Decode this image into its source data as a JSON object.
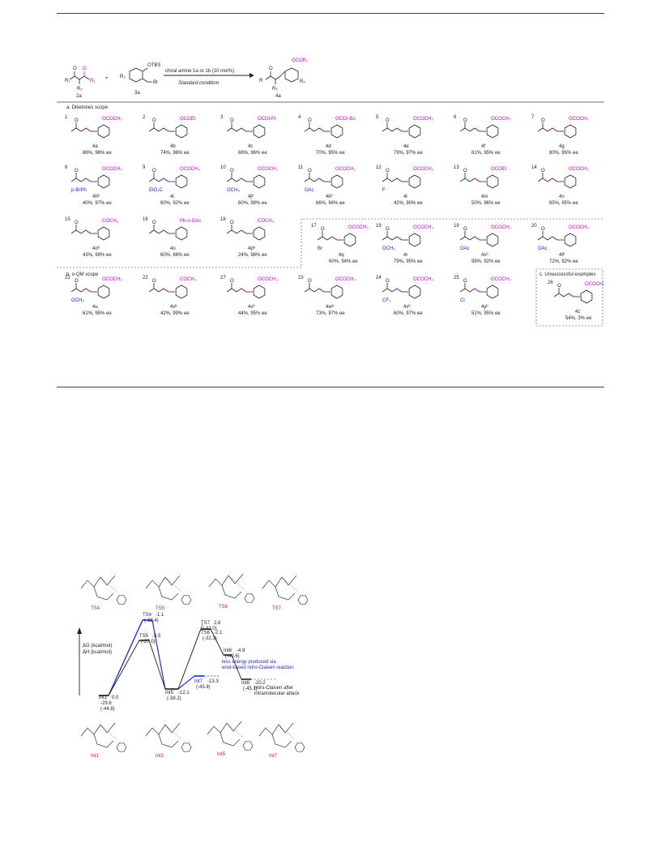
{
  "scheme": {
    "reagent_labels": {
      "r1": "R₁",
      "r2": "R₂",
      "r3": "R₃",
      "r4": "R₄",
      "r5": "R₅",
      "otbs": "OTBS",
      "br": "Br",
      "cond_above": "chiral amine 1a or 1b (10 mol%)",
      "cond_below": "Standard condition",
      "cmpd_a": "2a",
      "cmpd_b": "3a",
      "cmpd_c": "4a",
      "product_sub": "OCOR₂"
    },
    "section_a": "a. Diketones scope",
    "section_b": "b. o-QM scope",
    "section_c": "c. Unsuccessful examples",
    "entries": [
      {
        "n": "1",
        "sub": "OCOCH₃",
        "id": "4a",
        "res": "86%, 96% ee"
      },
      {
        "n": "2",
        "sub": "OCOEt",
        "id": "4b",
        "res": "74%, 96% ee"
      },
      {
        "n": "3",
        "sub": "OCOi-Pr",
        "id": "4c",
        "res": "66%, 96% ee"
      },
      {
        "n": "4",
        "sub": "OCOt-Bu",
        "id": "4d",
        "res": "70%, 95% ee"
      },
      {
        "n": "5",
        "sub": "OCOCH₃",
        "id": "4e",
        "res": "79%, 97% ee"
      },
      {
        "n": "6",
        "sub": "OCOCH₃",
        "id": "4f",
        "res": "61%, 95% ee"
      },
      {
        "n": "7",
        "sub": "OCOCH₃",
        "id": "4g",
        "res": "80%, 95% ee"
      },
      {
        "n": "8",
        "sub": "OCOCH₃",
        "id": "4hᵇ",
        "res": "40%, 97% ee",
        "extra": "p-BrPh"
      },
      {
        "n": "9",
        "sub": "OCOCH₃",
        "id": "4i",
        "res": "60%, 92% ee",
        "extra": "EtO₂C"
      },
      {
        "n": "10",
        "sub": "OCOCH₃",
        "id": "4jᵇ",
        "res": "60%, 98% ee",
        "extra": "OCH₃"
      },
      {
        "n": "11",
        "sub": "OCOCH₃",
        "id": "4kᵇ",
        "res": "66%, 94% ee",
        "extra": "OAc"
      },
      {
        "n": "12",
        "sub": "OCOCH₃",
        "id": "4l",
        "res": "42%, 90% ee",
        "extra": "F"
      },
      {
        "n": "13",
        "sub": "OCOEt",
        "id": "4m",
        "res": "50%, 96% ee"
      },
      {
        "n": "14",
        "sub": "OCOCH₃",
        "id": "4n",
        "res": "65%, 95% ee"
      },
      {
        "n": "15",
        "sub": "COCH₃",
        "id": "4oᵇ",
        "res": "43%, 99% ee"
      },
      {
        "n": "16",
        "sub": "Ph-o-OAc",
        "id": "4o",
        "res": "60%, 86% ee"
      },
      {
        "n": "17",
        "sub": "OCOCH₃",
        "id": "4q",
        "res": "60%, 94% ee",
        "extra": "Br"
      },
      {
        "n": "18",
        "sub": "COCH₃",
        "id": "4pᵇ",
        "res": "24%, 98% ee"
      },
      {
        "n": "19",
        "sub": "OCOCH₃",
        "id": "4r",
        "res": "79%, 95% ee",
        "extra": "OCH₃"
      },
      {
        "n": "19",
        "sub": "OCOCH₃",
        "id": "4sᵇ",
        "res": "99%, 92% ee",
        "extra": "OAc"
      },
      {
        "n": "20",
        "sub": "OCOCH₃",
        "id": "4tᵇ",
        "res": "72%, 92% ee",
        "extra": "OAc"
      },
      {
        "n": "21",
        "sub": "OCOCH₃",
        "id": "4u",
        "res": "61%, 95% ee",
        "extra": "OCH₃"
      },
      {
        "n": "22",
        "sub": "COCH₃",
        "id": "4vᵇ",
        "res": "42%, 99% ee"
      },
      {
        "n": "27",
        "sub": "OCOCH₃",
        "id": "4vᵇ",
        "res": "44%, 95% ee"
      },
      {
        "n": "23",
        "sub": "OCOCH₃",
        "id": "4wᵇ",
        "res": "73%, 97% ee"
      },
      {
        "n": "24",
        "sub": "OCOCH₃",
        "id": "4xᵇ",
        "res": "60%, 97% ee",
        "extra": "CF₃"
      },
      {
        "n": "25",
        "sub": "OCOCH₃",
        "id": "4yᵇ",
        "res": "51%, 95% ee",
        "extra": "Cl"
      },
      {
        "n": "26",
        "sub": "OCOCH₃",
        "id": "4z",
        "res": "54%, 3% ee"
      }
    ]
  },
  "energy": {
    "axis_label_1": "ΔG (kcal/mol)",
    "axis_label_2": "ΔH (kcal/mol)",
    "ts_labels": [
      "TS4",
      "TS5",
      "TS6",
      "TS7"
    ],
    "int_labels": [
      "Int1",
      "Int3",
      "Int5",
      "Int7"
    ],
    "levels": [
      {
        "tag": "Int1",
        "g": "0.0",
        "h": "-29.6\n(-44.8)"
      },
      {
        "tag": "TS4",
        "g": "-1.1",
        "h": "(-32.4)"
      },
      {
        "tag": "TS5",
        "g": "-5.5",
        "h": "(-27.0)"
      },
      {
        "tag": "Int5",
        "g": "-12.1",
        "h": "(-38.2)"
      },
      {
        "tag": "TS7",
        "g": "2.8",
        "h": "(-32.0)"
      },
      {
        "tag": "TS6",
        "g": "-2.1",
        "h": "(-32.3)"
      },
      {
        "tag": "Int6",
        "g": "-4.9",
        "h": "(-40.6)"
      },
      {
        "tag": "Int7",
        "g": "-13.3",
        "h": "(-43.8)"
      },
      {
        "tag": "Int8",
        "g": "-20.2",
        "h": "(-45.1)"
      }
    ],
    "note_blue_1": "less energy produced via",
    "note_blue_2": "enol-based retro-Claisen reaction",
    "note_black_1": "retro-Claisen after",
    "note_black_2": "intramolecular attack"
  }
}
